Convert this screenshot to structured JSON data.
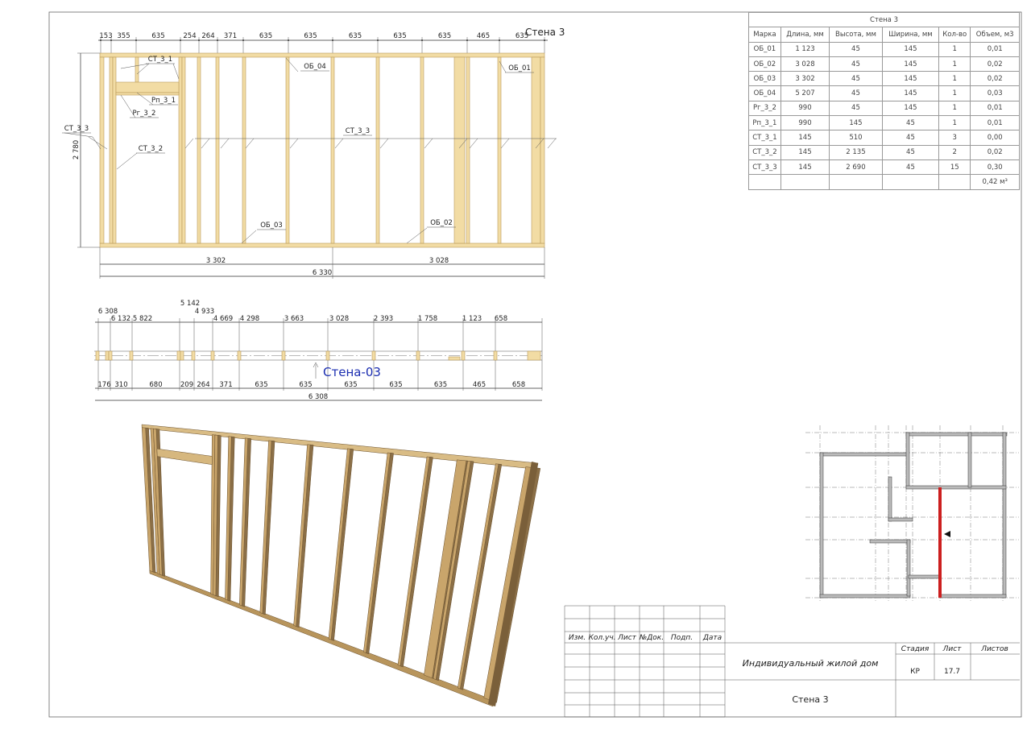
{
  "sheet": {
    "drawing_title": "Стена 3"
  },
  "spec_table": {
    "title": "Стена 3",
    "headers": [
      "Марка",
      "Длина, мм",
      "Высота, мм",
      "Ширина, мм",
      "Кол-во",
      "Объем, м3"
    ],
    "rows": [
      [
        "ОБ_01",
        "1 123",
        "45",
        "145",
        "1",
        "0,01"
      ],
      [
        "ОБ_02",
        "3 028",
        "45",
        "145",
        "1",
        "0,02"
      ],
      [
        "ОБ_03",
        "3 302",
        "45",
        "145",
        "1",
        "0,02"
      ],
      [
        "ОБ_04",
        "5 207",
        "45",
        "145",
        "1",
        "0,03"
      ],
      [
        "Рг_3_2",
        "990",
        "45",
        "145",
        "1",
        "0,01"
      ],
      [
        "Рп_3_1",
        "990",
        "145",
        "45",
        "1",
        "0,01"
      ],
      [
        "СТ_3_1",
        "145",
        "510",
        "45",
        "3",
        "0,00"
      ],
      [
        "СТ_3_2",
        "145",
        "2 135",
        "45",
        "2",
        "0,02"
      ],
      [
        "СТ_3_3",
        "145",
        "2 690",
        "45",
        "15",
        "0,30"
      ]
    ],
    "total": "0,42 м³"
  },
  "elevation": {
    "top_dims": [
      "153",
      "355",
      "635",
      "254",
      "264",
      "371",
      "635",
      "635",
      "635",
      "635",
      "635",
      "465",
      "635"
    ],
    "height_dim": "2 780",
    "bottom_dims": [
      "3 302",
      "3 028"
    ],
    "total_dim": "6 330",
    "labels": [
      "СТ_3_1",
      "Рп_3_1",
      "Рг_3_2",
      "СТ_3_3",
      "СТ_3_2",
      "ОБ_04",
      "ОБ_01",
      "СТ_3_3",
      "ОБ_03",
      "ОБ_02"
    ]
  },
  "plan": {
    "cumulative_dims": [
      "6 308",
      "6 132",
      "5 822",
      "5 142",
      "4 933",
      "4 669",
      "4 298",
      "3 663",
      "3 028",
      "2 393",
      "1 758",
      "1 123",
      "658"
    ],
    "segment_dims": [
      "176",
      "310",
      "680",
      "209",
      "264",
      "371",
      "635",
      "635",
      "635",
      "635",
      "635",
      "465",
      "658"
    ],
    "total_dim": "6 308",
    "wall_tag": "Стена-03"
  },
  "title_block": {
    "headers": [
      "Изм.",
      "Кол.уч.",
      "Лист",
      "№Док.",
      "Подп.",
      "Дата"
    ],
    "project": "Индивидуальный жилой дом",
    "sheet_name": "Стена 3",
    "stage_label": "Стадия",
    "sheet_label": "Лист",
    "sheets_label": "Листов",
    "stage": "КР",
    "sheet_no": "17.7"
  },
  "colors": {
    "wood": "#f2dca4",
    "highlight_wall": "#cc1f1f",
    "tag_blue": "#1a2db0"
  }
}
